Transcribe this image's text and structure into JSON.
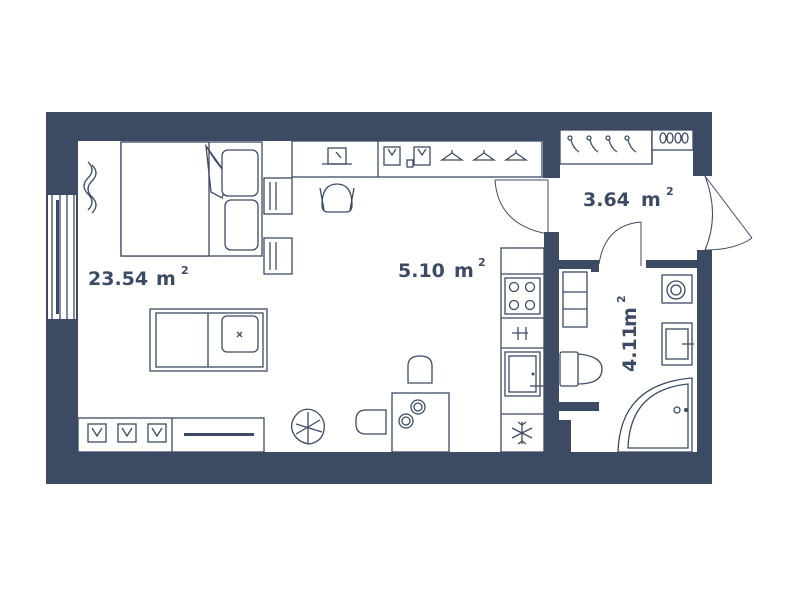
{
  "plan": {
    "rooms": [
      {
        "id": "living",
        "area": "23.54",
        "unit": "m",
        "exponent": "2"
      },
      {
        "id": "kitchen",
        "area": "5.10",
        "unit": "m",
        "exponent": "2"
      },
      {
        "id": "hall",
        "area": "3.64",
        "unit": "m",
        "exponent": "2"
      },
      {
        "id": "bathroom",
        "area": "4.11",
        "unit": "m",
        "exponent": "2"
      }
    ],
    "colors": {
      "wall": "#3d4a64",
      "background": "#ffffff"
    },
    "icons": [
      "bed-icon",
      "sofa-icon",
      "desk-icon",
      "chair-icon",
      "wardrobe-icon",
      "hanger-icon",
      "shoe-rack-icon",
      "stove-icon",
      "sink-icon",
      "fridge-icon",
      "toilet-icon",
      "shower-icon",
      "washing-machine-icon",
      "plant-icon",
      "tv-stand-icon",
      "dining-table-icon",
      "curtain-icon",
      "window-icon",
      "door-icon"
    ]
  }
}
